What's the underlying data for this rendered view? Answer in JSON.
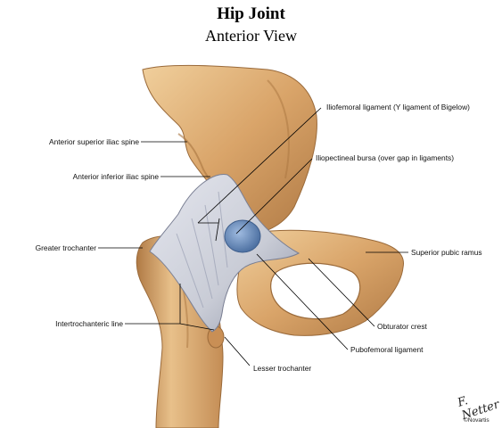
{
  "title": "Hip Joint",
  "subtitle": "Anterior View",
  "labels": {
    "anterior_superior_iliac_spine": "Anterior superior iliac spine",
    "anterior_inferior_iliac_spine": "Anterior inferior iliac spine",
    "greater_trochanter": "Greater trochanter",
    "intertrochanteric_line": "Intertrochanteric line",
    "lesser_trochanter": "Lesser trochanter",
    "iliofemoral_ligament": "Iliofemoral ligament (Y ligament of Bigelow)",
    "iliopectineal_bursa": "Iliopectineal bursa (over gap in ligaments)",
    "superior_pubic_ramus": "Superior pubic ramus",
    "obturator_crest": "Obturator crest",
    "pubofemoral_ligament": "Pubofemoral ligament"
  },
  "signature": {
    "artist_mark": "F. Netter",
    "copyright": "©Novartis"
  },
  "colors": {
    "bone": "#d9a469",
    "bone_shadow": "#b07a45",
    "bone_highlight": "#f0cf9c",
    "ligament": "#c9ccd6",
    "ligament_shadow": "#8e93a6",
    "bursa": "#6b8fbf",
    "leader": "#000000"
  }
}
